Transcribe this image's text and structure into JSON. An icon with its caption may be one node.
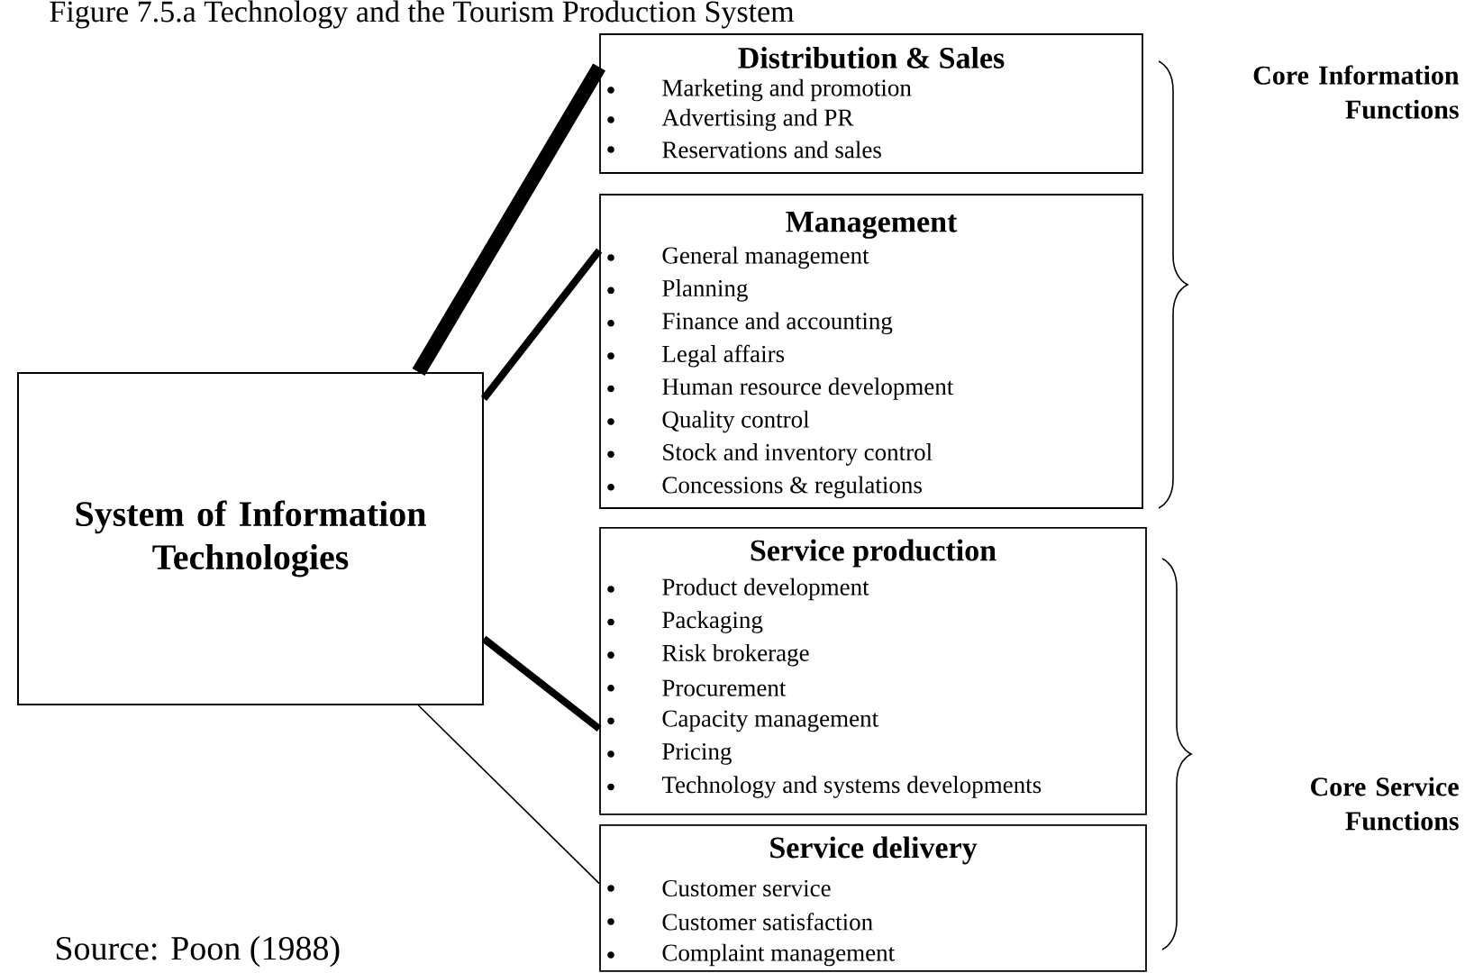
{
  "diagram": {
    "title": "Figure 7.5.a Technology and the Tourism Production System",
    "caption": "Source: Poon (1988)",
    "nodes": [
      {
        "text": [
          "System of   Information Technologies"
        ]
      },
      {
        "text": [
          "Distribution & Sales",
          "Marketing and promotion",
          "Advertising and PR",
          "Reservations and sales"
        ]
      },
      {
        "text": [
          "Management",
          "General management",
          "Planning",
          "Finance and accounting",
          "Legal affairs",
          "Human resource development",
          "Quality control",
          "Stock and inventory control",
          "Concessions & regulations"
        ]
      },
      {
        "text": [
          "Service production",
          "Product development",
          "Packaging",
          "Risk brokerage",
          "Procurement",
          "Capacity management",
          "Pricing",
          "Technology and systems developments"
        ]
      },
      {
        "text": [
          "Service delivery",
          "Customer service",
          "Customer satisfaction",
          "Complaint management"
        ]
      }
    ],
    "edges": [
      {
        "from": 0,
        "to": 1,
        "arrow": "none",
        "style": "thick"
      },
      {
        "from": 0,
        "to": 2,
        "arrow": "none"
      },
      {
        "from": 0,
        "to": 3,
        "arrow": "none"
      },
      {
        "from": 0,
        "to": 4,
        "arrow": "none"
      }
    ],
    "labels": [
      "Core Information Functions",
      "Core Service Functions"
    ]
  }
}
